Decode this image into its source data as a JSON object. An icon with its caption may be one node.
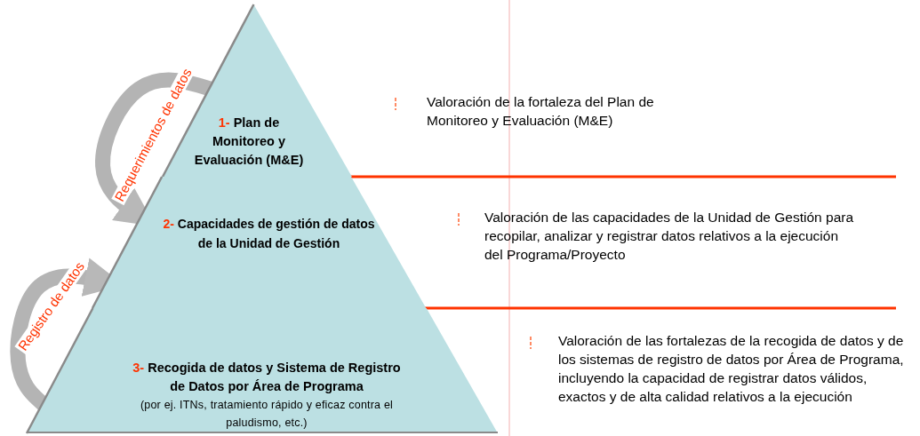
{
  "diagram": {
    "nodes": [
      {
        "text": [
          "1-",
          "Plan de Monitoreo y Evaluación (M&E)"
        ]
      },
      {
        "text": [
          "2-",
          "Capacidades de gestión de datos de la Unidad de Gestión"
        ]
      },
      {
        "text": [
          "3-",
          "Recogida de datos y Sistema de Registro de Datos por Área de Programa",
          "(por ej. ITNs, tratamiento rápido y eficaz contra el paludismo, etc.)"
        ]
      }
    ],
    "edges": [
      {
        "from": 0,
        "to": 1,
        "arrow": "to",
        "label": "Requerimientos de datos"
      },
      {
        "from": 2,
        "to": 1,
        "arrow": "to",
        "label": "Registro de datos"
      }
    ],
    "labels": [
      "Valoración de la fortaleza del Plan de Monitoreo y Evaluación (M&E)",
      "Valoración de las capacidades de la Unidad de Gestión para recopilar, analizar y registrar datos relativos a la ejecución del Programa/Proyecto",
      "Valoración de las fortalezas de la recogida de datos y de los sistemas de registro de datos por Área de Programa, incluyendo la capacidad de registrar datos válidos, exactos y de alta calidad relativos a la ejecución"
    ]
  }
}
